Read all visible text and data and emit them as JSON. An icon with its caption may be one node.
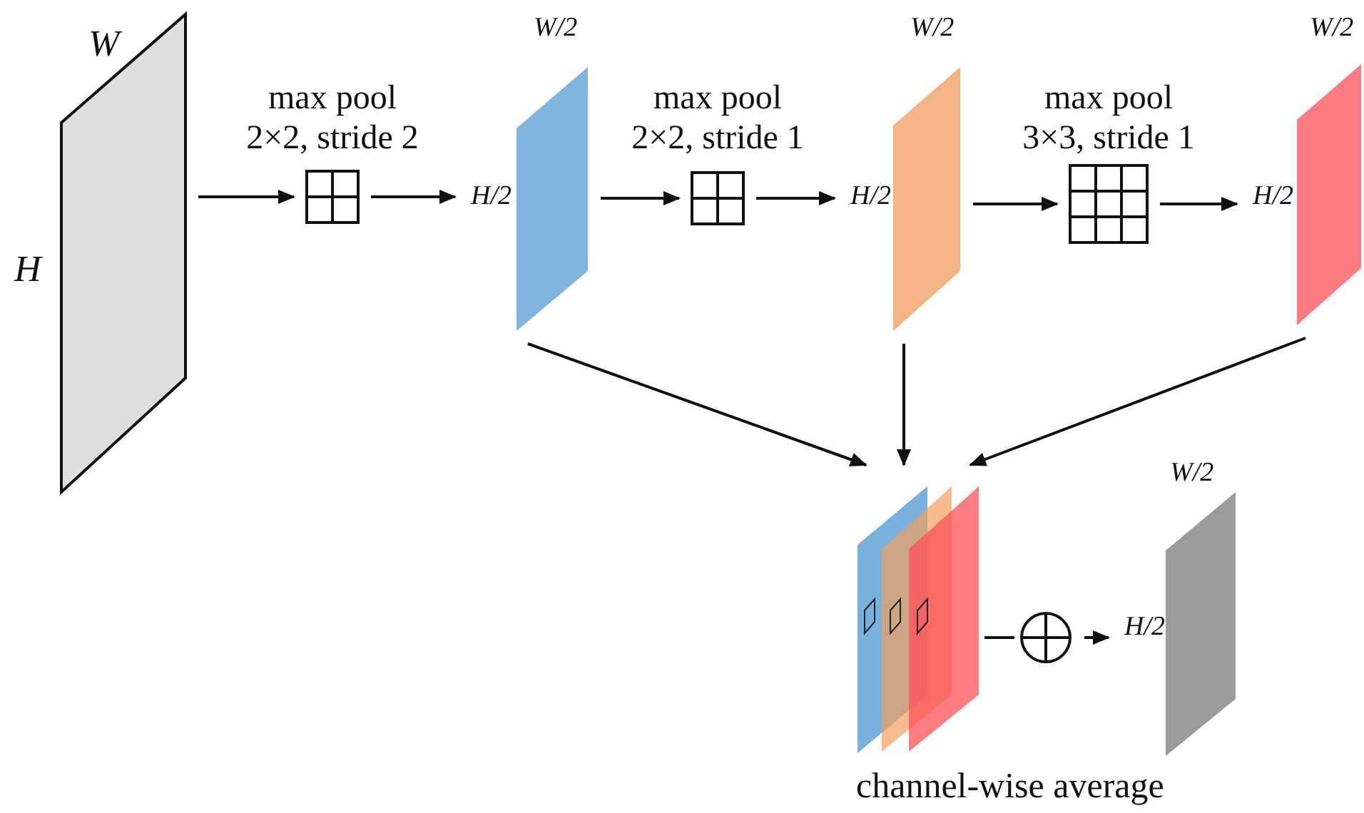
{
  "diagram": {
    "nodes": [
      {
        "text": [
          "W",
          "H"
        ]
      },
      {
        "text": [
          "max pool 2×2, stride 2"
        ]
      },
      {
        "text": [
          "W/2",
          "H/2"
        ]
      },
      {
        "text": [
          "max pool 2×2, stride 1"
        ]
      },
      {
        "text": [
          "W/2",
          "H/2"
        ]
      },
      {
        "text": [
          "max pool 3×3, stride 1"
        ]
      },
      {
        "text": [
          "W/2",
          "H/2"
        ]
      },
      {
        "text": [],
        "shape": "picture"
      },
      {
        "text": [],
        "shape": "circle"
      },
      {
        "text": [
          "W/2",
          "H/2"
        ]
      }
    ],
    "edges": [
      {
        "from": 0,
        "to": 1,
        "arrow": "to"
      },
      {
        "from": 1,
        "to": 2,
        "arrow": "to"
      },
      {
        "from": 2,
        "to": 3,
        "arrow": "to"
      },
      {
        "from": 3,
        "to": 4,
        "arrow": "to"
      },
      {
        "from": 4,
        "to": 5,
        "arrow": "to"
      },
      {
        "from": 5,
        "to": 6,
        "arrow": "to"
      },
      {
        "from": 2,
        "to": 7,
        "arrow": "to"
      },
      {
        "from": 4,
        "to": 7,
        "arrow": "to"
      },
      {
        "from": 6,
        "to": 7,
        "arrow": "to"
      },
      {
        "from": 7,
        "to": 8,
        "arrow": "none"
      },
      {
        "from": 8,
        "to": 9,
        "arrow": "to"
      }
    ],
    "labels": [
      "channel-wise average"
    ]
  }
}
